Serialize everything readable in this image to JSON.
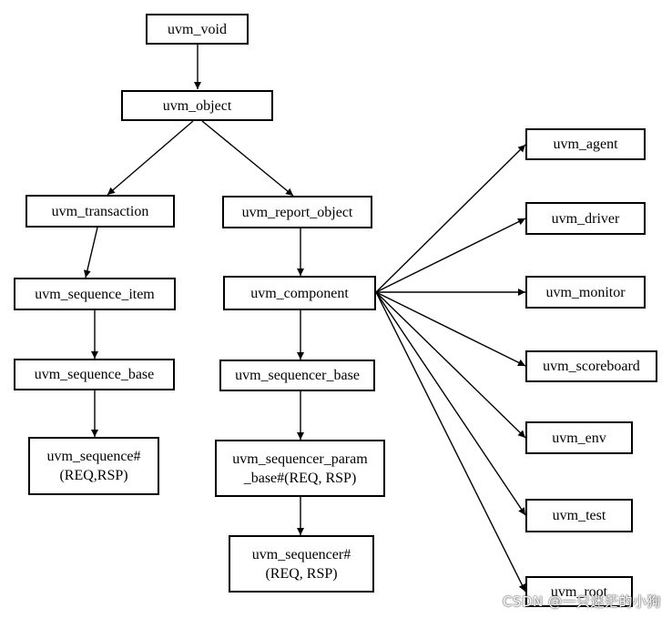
{
  "nodes": {
    "uvm_void": "uvm_void",
    "uvm_object": "uvm_object",
    "uvm_transaction": "uvm_transaction",
    "uvm_report_object": "uvm_report_object",
    "uvm_sequence_item": "uvm_sequence_item",
    "uvm_component": "uvm_component",
    "uvm_sequence_base": "uvm_sequence_base",
    "uvm_sequencer_base": "uvm_sequencer_base",
    "uvm_sequence_line1": "uvm_sequence#",
    "uvm_sequence_line2": "(REQ,RSP)",
    "uvm_sequencer_param_line1": "uvm_sequencer_param",
    "uvm_sequencer_param_line2": "_base#(REQ, RSP)",
    "uvm_sequencer_line1": "uvm_sequencer#",
    "uvm_sequencer_line2": "(REQ, RSP)",
    "uvm_agent": "uvm_agent",
    "uvm_driver": "uvm_driver",
    "uvm_monitor": "uvm_monitor",
    "uvm_scoreboard": "uvm_scoreboard",
    "uvm_env": "uvm_env",
    "uvm_test": "uvm_test",
    "uvm_root": "uvm_root"
  },
  "watermark": "CSDN @一只迷茫的小狗",
  "colors": {
    "line": "#000000",
    "box_border": "#000000",
    "background": "#ffffff"
  }
}
